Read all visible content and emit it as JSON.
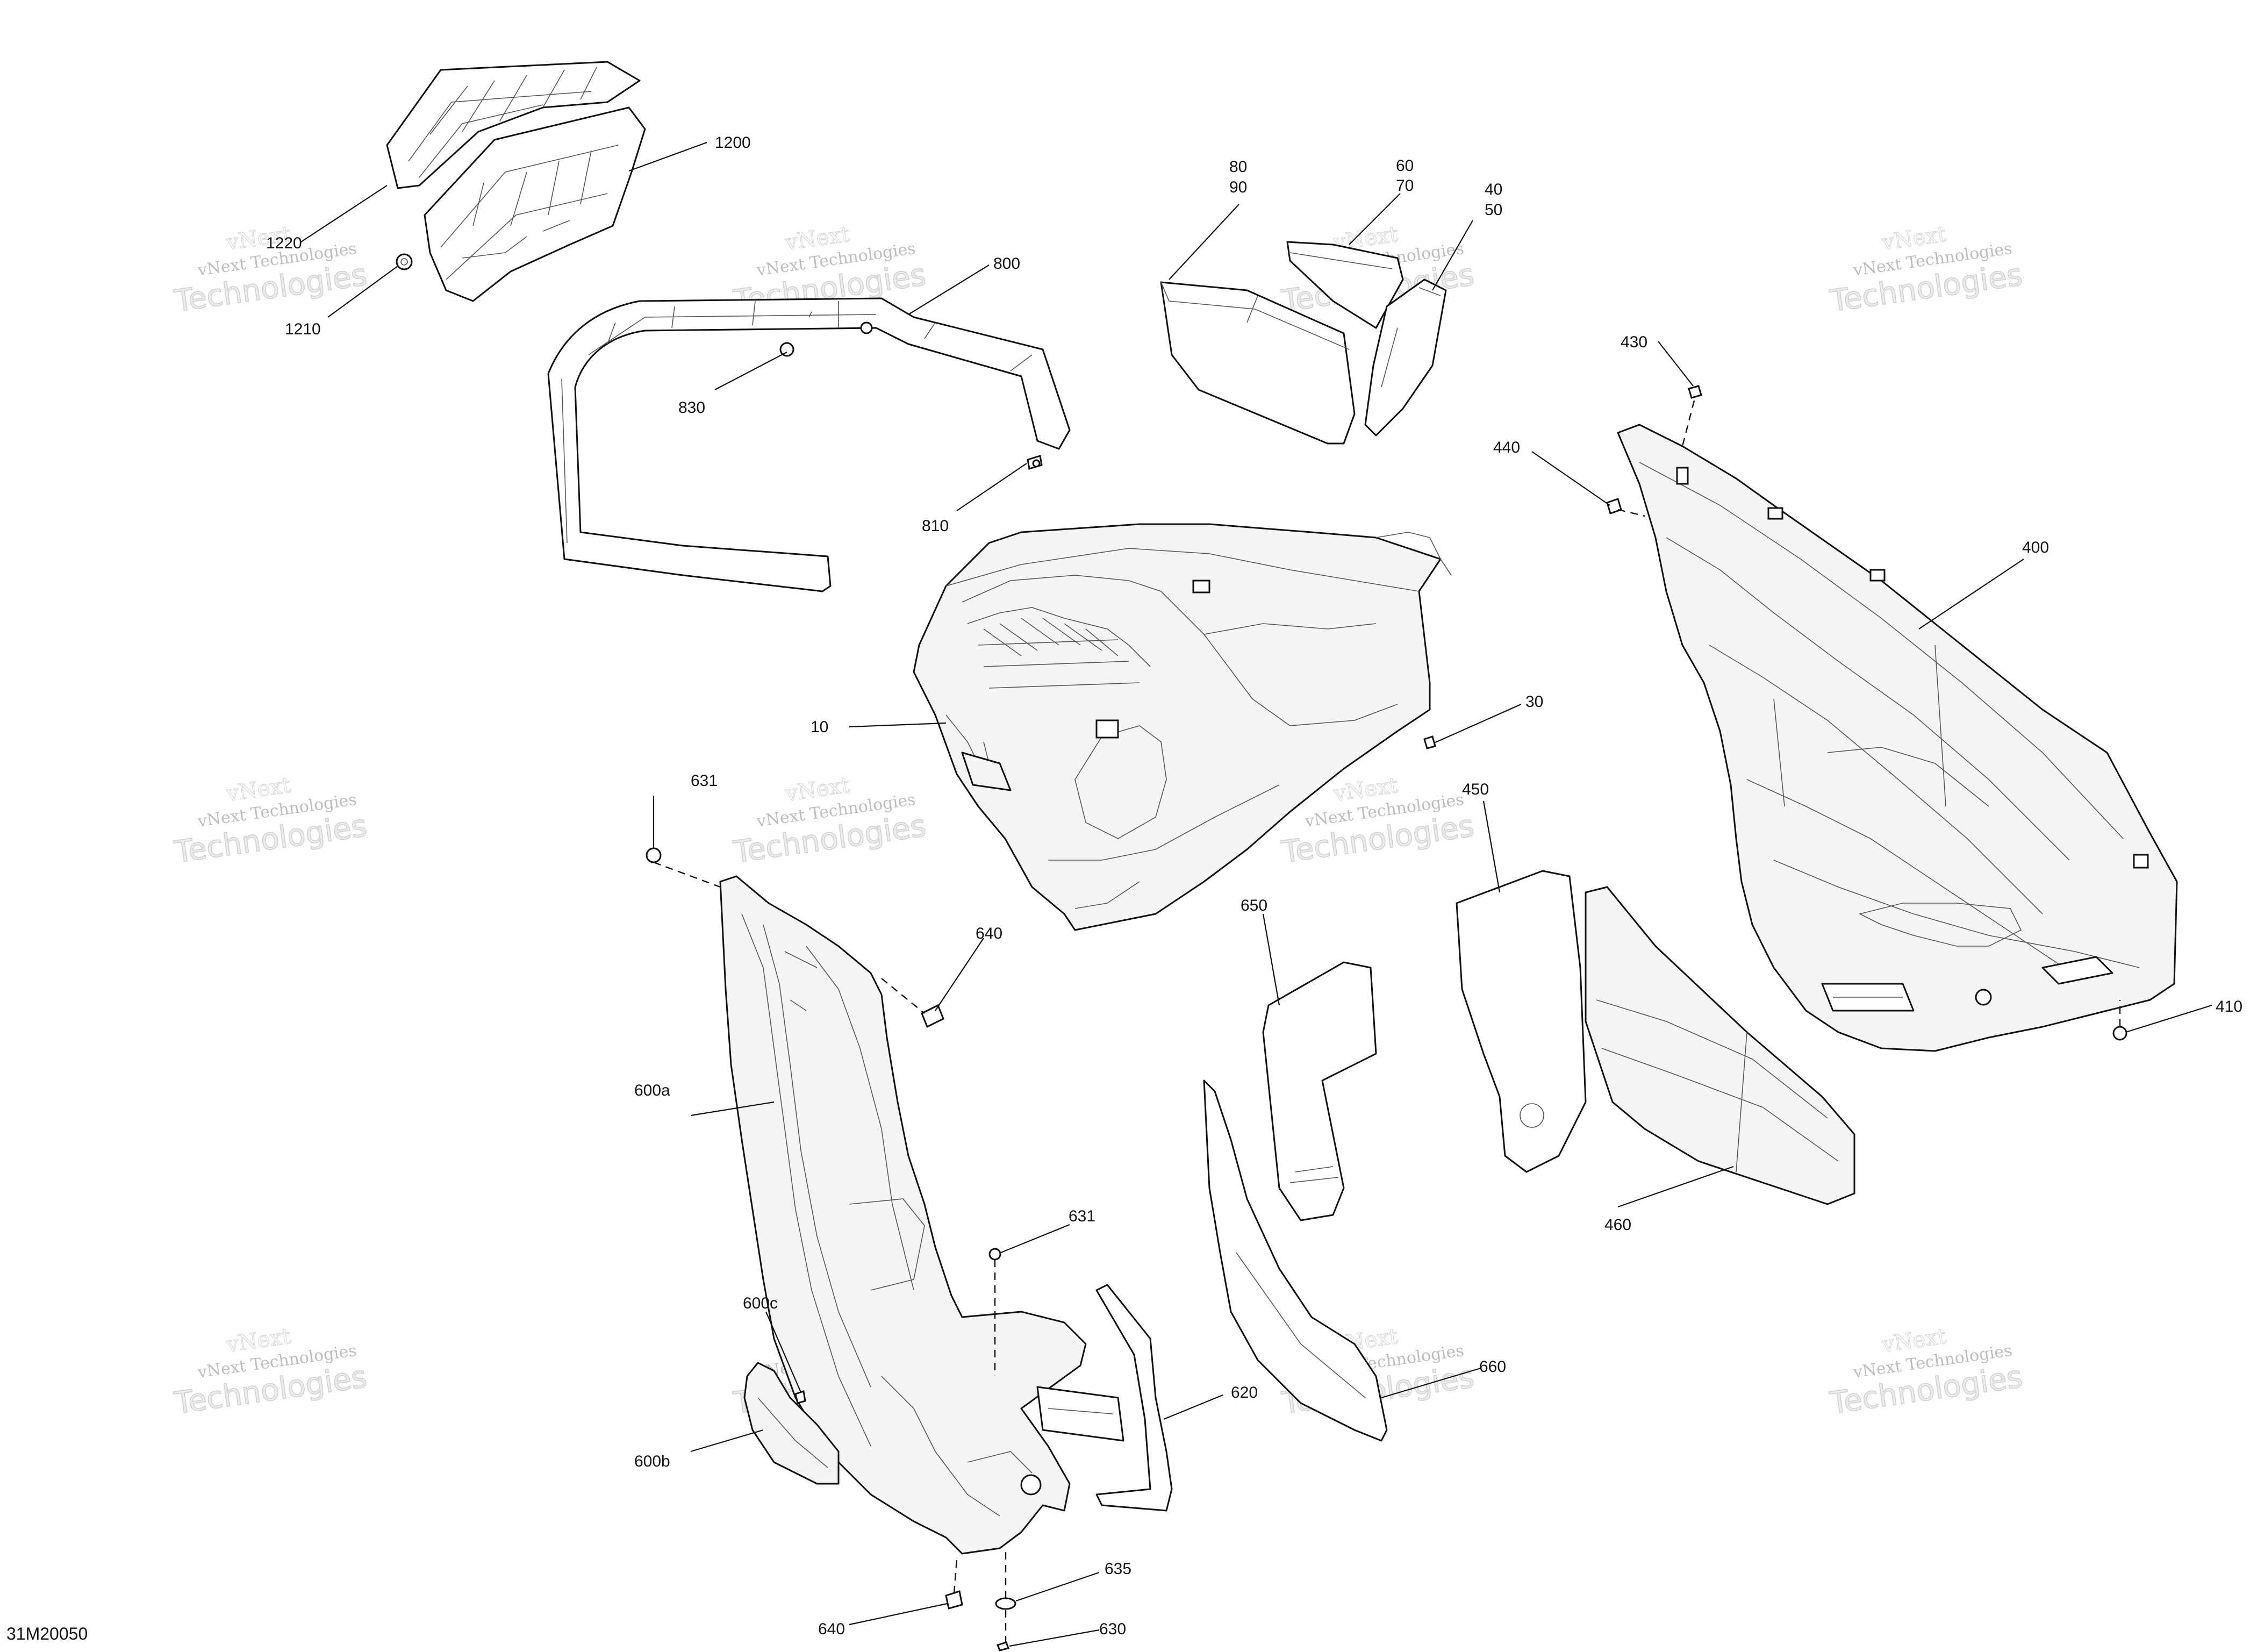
{
  "diagram": {
    "reference_code": "31M20050",
    "watermark": {
      "brand": "vNext",
      "line1": "vNext Technologies",
      "line2": "Technologies"
    },
    "callouts": [
      {
        "id": "1220",
        "label": "1220"
      },
      {
        "id": "1200",
        "label": "1200"
      },
      {
        "id": "1210",
        "label": "1210"
      },
      {
        "id": "800",
        "label": "800"
      },
      {
        "id": "830",
        "label": "830"
      },
      {
        "id": "810",
        "label": "810"
      },
      {
        "id": "80",
        "label": "80"
      },
      {
        "id": "90",
        "label": "90"
      },
      {
        "id": "60",
        "label": "60"
      },
      {
        "id": "70",
        "label": "70"
      },
      {
        "id": "40",
        "label": "40"
      },
      {
        "id": "50",
        "label": "50"
      },
      {
        "id": "430",
        "label": "430"
      },
      {
        "id": "440",
        "label": "440"
      },
      {
        "id": "400",
        "label": "400"
      },
      {
        "id": "10",
        "label": "10"
      },
      {
        "id": "30",
        "label": "30"
      },
      {
        "id": "410",
        "label": "410"
      },
      {
        "id": "631a",
        "label": "631"
      },
      {
        "id": "640a",
        "label": "640"
      },
      {
        "id": "600a",
        "label": "600a"
      },
      {
        "id": "650",
        "label": "650"
      },
      {
        "id": "450",
        "label": "450"
      },
      {
        "id": "460",
        "label": "460"
      },
      {
        "id": "631b",
        "label": "631"
      },
      {
        "id": "600c",
        "label": "600c"
      },
      {
        "id": "600b",
        "label": "600b"
      },
      {
        "id": "620",
        "label": "620"
      },
      {
        "id": "660",
        "label": "660"
      },
      {
        "id": "635",
        "label": "635"
      },
      {
        "id": "640b",
        "label": "640"
      },
      {
        "id": "630",
        "label": "630"
      }
    ]
  }
}
